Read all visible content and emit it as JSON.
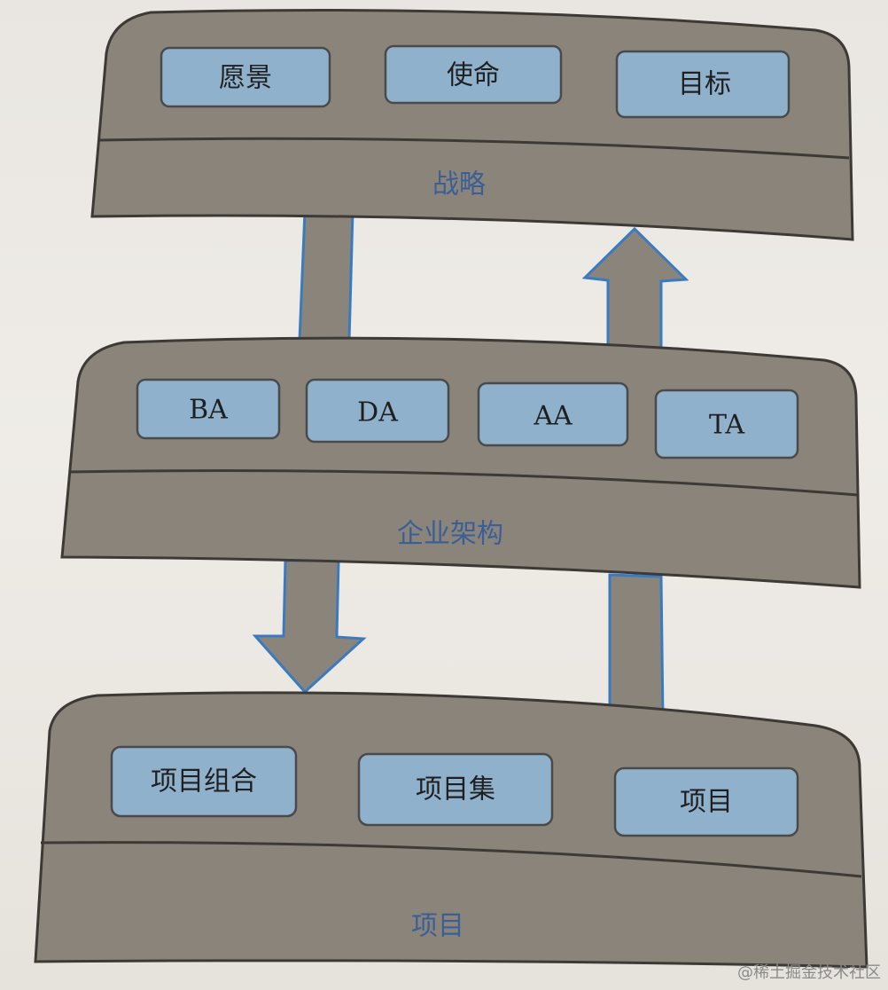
{
  "colors": {
    "band_fill": "#8a847a",
    "band_lower_fill": "#8f897f",
    "band_stroke": "#3d3a36",
    "box_fill": "#8fb1cc",
    "box_stroke": "#4a4a4a",
    "arrow_fill": "#8a847a",
    "arrow_stroke": "#3a7bc0",
    "band_label_color": "#3a5f96"
  },
  "layers": [
    {
      "id": "strategy",
      "label": "战略",
      "items": [
        "愿景",
        "使命",
        "目标"
      ]
    },
    {
      "id": "enterprise-architecture",
      "label": "企业架构",
      "items": [
        "BA",
        "DA",
        "AA",
        "TA"
      ]
    },
    {
      "id": "projects",
      "label": "项目",
      "items": [
        "项目组合",
        "项目集",
        "项目"
      ]
    }
  ],
  "arrows": [
    {
      "id": "strategy-to-ea",
      "direction": "down",
      "from": "strategy",
      "to": "enterprise-architecture"
    },
    {
      "id": "ea-to-strategy",
      "direction": "up",
      "from": "enterprise-architecture",
      "to": "strategy"
    },
    {
      "id": "ea-to-projects",
      "direction": "down",
      "from": "enterprise-architecture",
      "to": "projects"
    },
    {
      "id": "projects-to-ea",
      "direction": "up",
      "from": "projects",
      "to": "enterprise-architecture"
    }
  ],
  "watermark": "@稀土掘金技术社区"
}
